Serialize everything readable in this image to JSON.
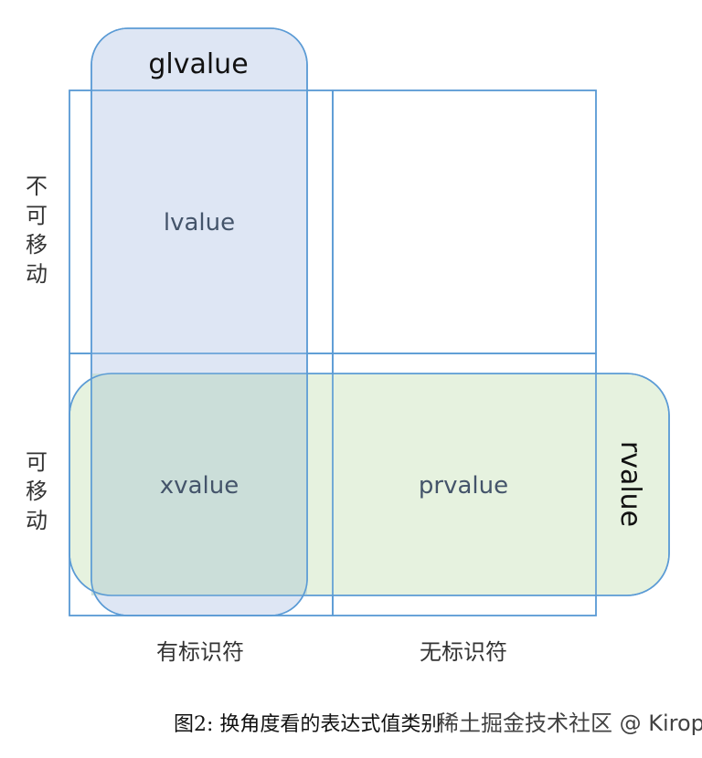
{
  "groups": {
    "glvalue": "glvalue",
    "rvalue": "rvalue"
  },
  "cells": {
    "lvalue": "lvalue",
    "xvalue": "xvalue",
    "prvalue": "prvalue"
  },
  "row_labels": {
    "not_movable": "不可移动",
    "movable": "可移动"
  },
  "column_labels": {
    "has_identity": "有标识符",
    "no_identity": "无标识符"
  },
  "caption": "图2: 换角度看的表达式值类别",
  "watermark": "稀土掘金技术社区 @ Kiropo",
  "colors": {
    "grid_line": "#5b9bd5",
    "glvalue_fill": "#dae3f3",
    "rvalue_fill": "#e2f0d9",
    "overlap_fill": "#c9ddd6",
    "cell_text": "#44546a"
  }
}
